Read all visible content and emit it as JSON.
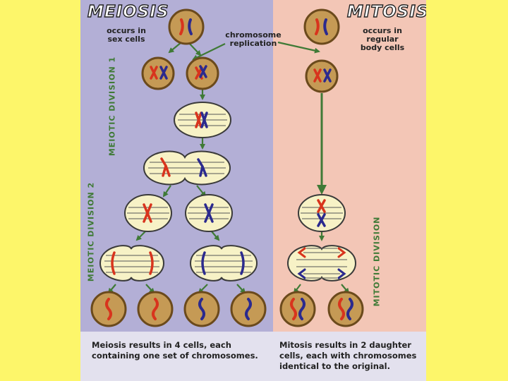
{
  "meiosis": {
    "title": "MEIOSIS",
    "note": [
      "occurs in",
      "sex cells"
    ],
    "division1_label": "MEIOTIC DIVISION 1",
    "division2_label": "MEIOTIC DIVISION 2",
    "caption": [
      "Meiosis results in 4 cells, each",
      "containing one set of chromosomes."
    ]
  },
  "mitosis": {
    "title": "MITOSIS",
    "note": [
      "occurs in",
      "regular",
      "body cells"
    ],
    "division_label": "MITOTIC DIVISION",
    "caption": [
      "Mitosis results in 2 daughter",
      "cells, each with chromosomes",
      "identical to the original."
    ]
  },
  "replication_note": [
    "chromosome",
    "replication"
  ],
  "colors": {
    "page_background": "#fdf66a",
    "meiosis_panel": "#b3afd6",
    "mitosis_panel": "#f3c6b6",
    "caption_band": "#e3e1ee",
    "cell_fill": "#c59a55",
    "dividing_cell_fill": "#f7f2c6",
    "arrow_green": "#3f7a36",
    "chromosome_red": "#d8341d",
    "chromosome_blue": "#2b2a8e"
  }
}
